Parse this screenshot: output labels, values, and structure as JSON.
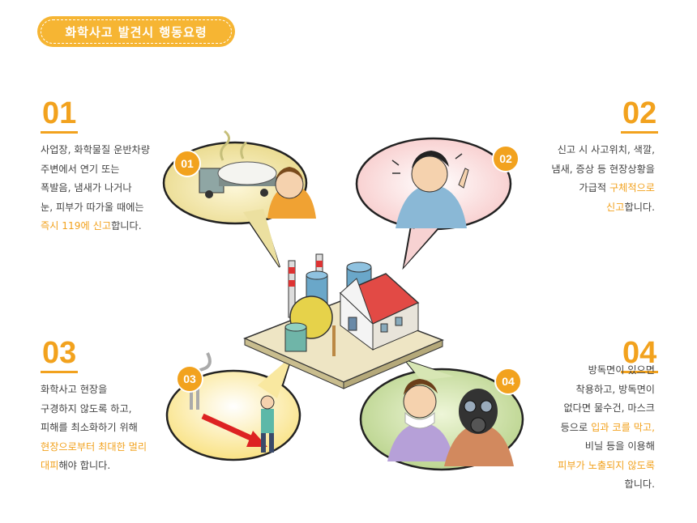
{
  "title": "화학사고 발견시 행동요령",
  "steps": [
    {
      "num": "01",
      "badge": "01",
      "lines": [
        {
          "text": "사업장, 화학물질 운반차량"
        },
        {
          "text": "주변에서 연기 또는"
        },
        {
          "text": "폭발음, 냄새가 나거나"
        },
        {
          "text": "눈, 피부가 따가울 때에는"
        },
        {
          "hl": "즉시 119에 신고",
          "text": "합니다."
        }
      ]
    },
    {
      "num": "02",
      "badge": "02",
      "lines": [
        {
          "text": "신고 시 사고위치, 색깔,"
        },
        {
          "text": "냄새, 증상 등 현장상황을"
        },
        {
          "pre": "가급적 ",
          "hl": "구체적으로"
        },
        {
          "hl": "신고",
          "text": "합니다."
        }
      ]
    },
    {
      "num": "03",
      "badge": "03",
      "lines": [
        {
          "text": "화학사고 현장을"
        },
        {
          "text": "구경하지 않도록 하고,"
        },
        {
          "text": "피해를 최소화하기 위해"
        },
        {
          "hl": "현장으로부터 최대한 멀리"
        },
        {
          "hl": "대피",
          "text": "해야 합니다."
        }
      ]
    },
    {
      "num": "04",
      "badge": "04",
      "lines": [
        {
          "text": "방독면이 있으면"
        },
        {
          "text": "착용하고, 방독면이"
        },
        {
          "text": "없다면 물수건, 마스크"
        },
        {
          "pre": "등으로 ",
          "hl": "입과 코를 막고,"
        },
        {
          "text": "비닐 등을 이용해"
        },
        {
          "hl": "피부가 노출되지 않도록"
        },
        {
          "text": "합니다."
        }
      ]
    }
  ],
  "colors": {
    "accent": "#f2a21e",
    "badge": "#f6b533"
  }
}
